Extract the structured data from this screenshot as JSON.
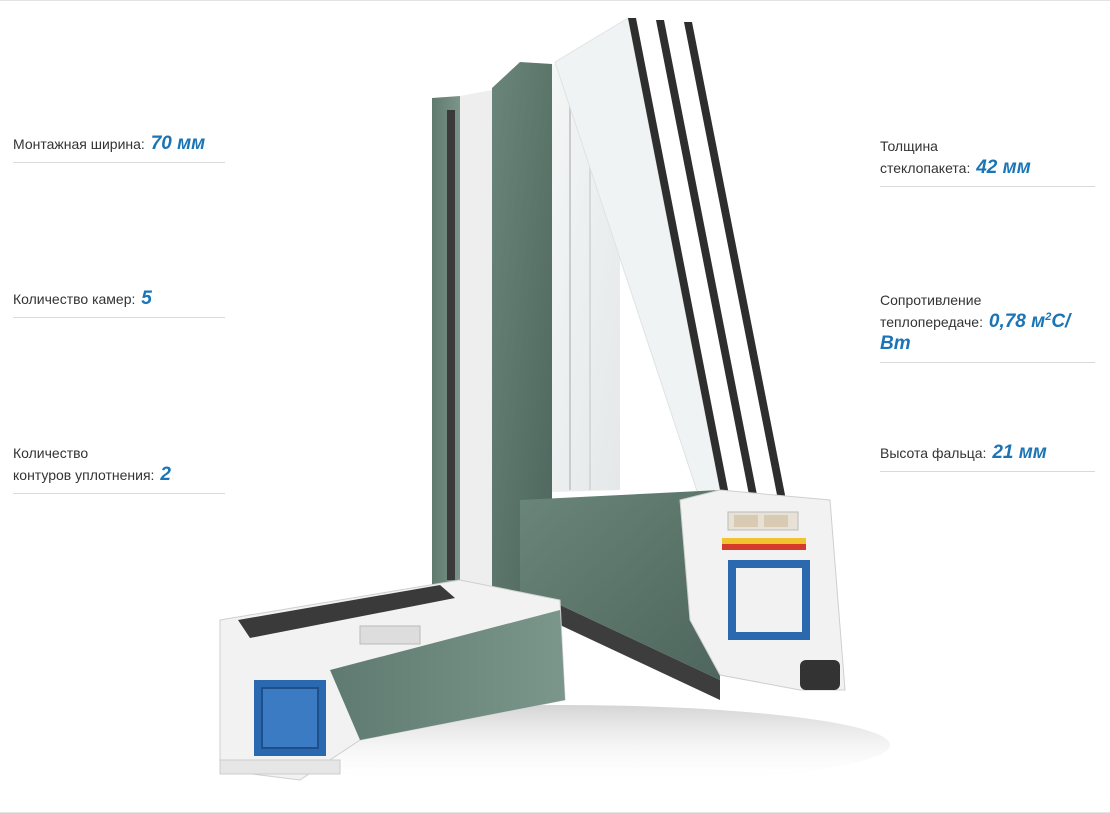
{
  "specs": {
    "mounting_width": {
      "label": "Монтажная ширина:",
      "value": "70 мм"
    },
    "chambers": {
      "label": "Количество камер:",
      "value": "5"
    },
    "seal_contours": {
      "label_line1": "Количество",
      "label_line2": "контуров уплотнения:",
      "value": "2"
    },
    "glass_thickness": {
      "label_line1": "Толщина",
      "label_line2": "стеклопакета:",
      "value": "42 мм"
    },
    "heat_resistance": {
      "label_line1": "Сопротивление",
      "label_line2": "теплопередаче:",
      "value_main": "0,78 м",
      "value_sup": "2",
      "value_tail": "С/Вт"
    },
    "rebate_height": {
      "label": "Высота фальца:",
      "value": "21 мм"
    }
  },
  "colors": {
    "accent": "#1a74b5",
    "frame_green": "#6f8a80",
    "pvc_white": "#f2f2f2",
    "steel_blue": "#2a68b0"
  },
  "illustration": {
    "icon": "window-profile-cross-section-icon"
  }
}
